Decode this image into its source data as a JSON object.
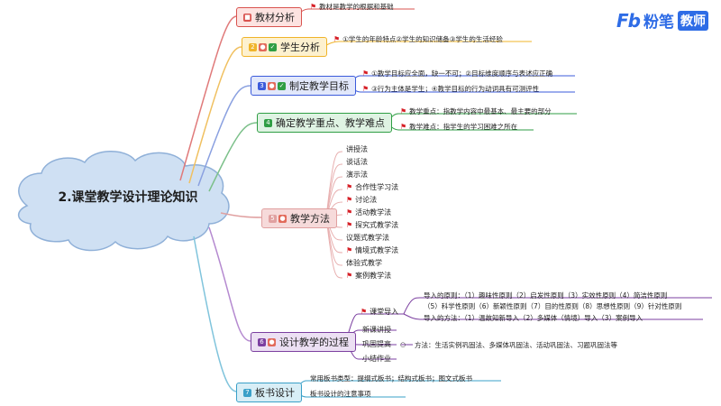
{
  "logo": {
    "mark": "Fb",
    "name": "粉笔",
    "badge": "教师"
  },
  "center_title": "2.课堂教学设计理论知识",
  "branches": {
    "b1": {
      "label": "教材分析",
      "note": "教材是教学的根据和基础"
    },
    "b2": {
      "label": "学生分析",
      "note": "①学生的年龄特点②学生的知识储备③学生的生活经验"
    },
    "b3": {
      "label": "制定教学目标",
      "notes": [
        "①教学目标应全面，缺一不可；②目标维度顺序与表述应正确",
        "③行为主体是学生；④教学目标的行为动词具有可测评性"
      ]
    },
    "b4": {
      "label": "确定教学重点、教学难点",
      "notes": [
        "教学重点：指教学内容中最基本、最主要的部分",
        "教学难点：指学生的学习困难之所在"
      ]
    },
    "b5": {
      "label": "教学方法",
      "items": [
        "讲授法",
        "谈话法",
        "演示法",
        "合作性学习法",
        "讨论法",
        "活动教学法",
        "探究式教学法",
        "议题式教学法",
        "情境式教学法",
        "体验式教学",
        "案例教学法"
      ]
    },
    "b6": {
      "label": "设计教学的过程",
      "import_label": "课堂导入",
      "import_principles": [
        "导入的原则：（1）趣味性原则（2）启发性原则（3）实效性原则（4）简洁性原则",
        "（5）科学性原则（6）新颖性原则（7）目的性原则（8）思想性原则（9）针对性原则"
      ],
      "import_methods": "导入的方法：（1）温故知新导入（2）多媒体（情境）导入（3）案例导入",
      "new_lesson": "新课讲授",
      "consolidate": "巩固提高",
      "consolidate_note": "方法：生活实例巩固法、多媒体巩固法、活动巩固法、习题巩固法等",
      "summary": "小结作业"
    },
    "b7": {
      "label": "板书设计",
      "items": [
        "常用板书类型：提纲式板书；结构式板书；图文式板书",
        "板书设计的注意事项"
      ]
    }
  },
  "colors": {
    "b1": "#d9534f",
    "b2": "#f0b429",
    "b3": "#3b5bdb",
    "b4": "#2f9e44",
    "b5": "#e0a0a0",
    "b6": "#7b3fa0",
    "b7": "#3aa0c8",
    "accent": "#2e6ce6"
  }
}
